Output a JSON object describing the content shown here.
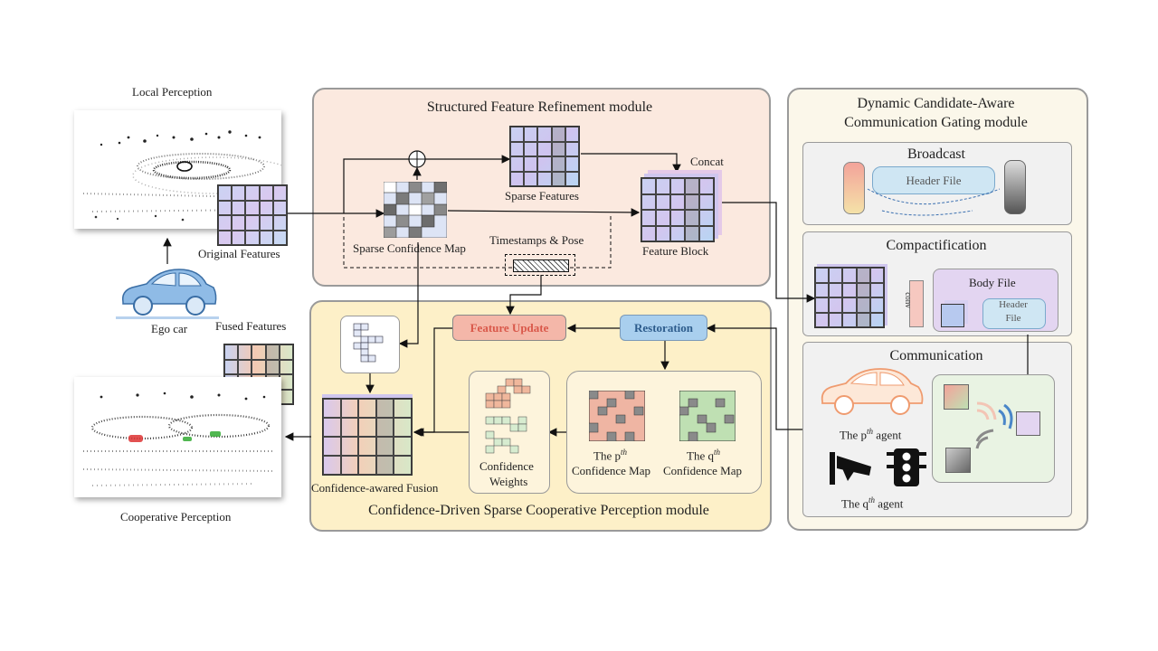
{
  "local_perception": {
    "title": "Local Perception",
    "original_features": "Original Features",
    "ego_car": "Ego car",
    "fused_features": "Fused Features",
    "cooperative_perception": "Cooperative Perception"
  },
  "sfr_module": {
    "title": "Structured Feature Refinement module",
    "sparse_features": "Sparse Features",
    "concat": "Concat",
    "sparse_confidence_map": "Sparse Confidence Map",
    "timestamps_pose": "Timestamps & Pose",
    "feature_block": "Feature Block"
  },
  "cdsc_module": {
    "title": "Confidence-Driven Sparse Cooperative Perception module",
    "feature_update": "Feature Update",
    "restoration": "Restoration",
    "confidence_fusion": "Confidence-awared Fusion",
    "confidence_weights_1": "Confidence",
    "confidence_weights_2": "Weights",
    "p_conf_1": "The p",
    "p_conf_2": "Confidence Map",
    "q_conf_1": "The q",
    "q_conf_2": "Confidence Map",
    "th": "th"
  },
  "dcacg_module": {
    "title_1": "Dynamic Candidate-Aware",
    "title_2": "Communication Gating module",
    "broadcast": "Broadcast",
    "header_file": "Header File",
    "compactification": "Compactification",
    "conv": "conv",
    "body_file": "Body File",
    "header_file_2a": "Header",
    "header_file_2b": "File",
    "communication": "Communication",
    "p_agent_1": "The p",
    "p_agent_2": "agent",
    "q_agent_1": "The q",
    "q_agent_2": "agent",
    "th": "th"
  },
  "colors": {
    "sfr_bg": "#fbe9df",
    "cdsc_bg": "#fdf0c8",
    "dcacg_bg": "#fbf7ea",
    "feature_update": "#f4b7a9",
    "restoration": "#a9cfee",
    "body_file": "#e3d5f1",
    "header_file": "#cfe6f3"
  }
}
